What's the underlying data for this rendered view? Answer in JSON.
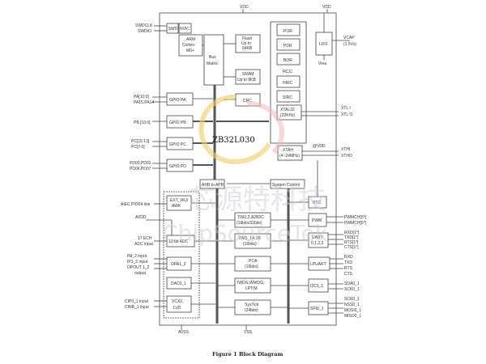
{
  "diagram": {
    "caption": "Figure 1 Block Diagram",
    "chip_label": "ZB32L030",
    "watermark_cn": "芯源特科技",
    "watermark_en": "ChipSourceTek",
    "top_pins": {
      "vdd_left": "VDD",
      "vdd_right": "VDD"
    },
    "bottom_pins": {
      "avss": "AVSS",
      "vss": "VSS"
    },
    "left_signals": {
      "swd": [
        "SWDCLK",
        "SWDIO"
      ],
      "pa": [
        "PA[10:0]",
        "PA15,PA14"
      ],
      "pb": "PB [15:0]",
      "pc": [
        "PC[15:13]",
        "PC[7:0]"
      ],
      "pd": [
        "PD00,PD01",
        "PD06,PD07"
      ],
      "aiec": "AIEC PIO04 line",
      "avdd": "AVDD",
      "adc_input": [
        "17 ECH",
        "ADC input"
      ],
      "opa_io": [
        "INI_2 input",
        "IP1_2 input",
        "OPOUT 1_2",
        "output"
      ],
      "comp_in": [
        "CIP0_1 input",
        "CINB_1 input"
      ]
    },
    "right_signals": {
      "vcap": [
        "VCAP",
        "(1.5Vx)"
      ],
      "xtl": [
        "XTL I",
        "XTL O"
      ],
      "xth": [
        "XTHI",
        "XTHO"
      ],
      "vdd_mid": "@VDD",
      "pwm": [
        "PWMCH[5*]",
        "PWMCH[5*]"
      ],
      "uart": [
        "RXD[1*]",
        "TXD[1*]",
        "RTS[1*]",
        "CTS[1*]"
      ],
      "lpuart": [
        "RXD",
        "TXD",
        "RTS",
        "CTS"
      ],
      "i2c": [
        "SDA0_1",
        "SCK0_1"
      ],
      "spi": [
        "SCK0_1",
        "NSS0_1",
        "MOSI0_1",
        "MISO0_1"
      ]
    },
    "blocks": {
      "swd": "SWD",
      "nvic": "NVIC",
      "arm": [
        "ARM",
        "Cortex-",
        "M0+"
      ],
      "bus_matrix": [
        "Bus",
        "Matrix"
      ],
      "flash": [
        "Flash",
        "Up to",
        "64KB"
      ],
      "sram": [
        "SRAM",
        "Up to 8KB"
      ],
      "crc": "CRC",
      "gpio_pa": "GPIO PA",
      "gpio_pb": "GPIO PB",
      "gpio_pc": "GPIO PC",
      "gpio_pd": "GPIO PD",
      "rcc": "RCC",
      "por": "POR",
      "pdr": "PDR",
      "bor": "BOR",
      "hirc": "HIRC",
      "sirc": "SIRC",
      "xtal32": [
        "XTAL32",
        "(32KHz)"
      ],
      "xtah": [
        "XTAH",
        "(4~24MHz)"
      ],
      "ldo": "LDO",
      "vreg_lbl": "Vreu",
      "ahb_apb": "AHB to APB",
      "system_control": "System Control",
      "ext_wu": [
        "EXT_WU/",
        "AWK"
      ],
      "adc": "12-bit ADC",
      "opa": "OPA1_2",
      "dac": "DAC0_1",
      "vcx": [
        "VCX2,",
        "LVD"
      ],
      "tim1": [
        "TIM1,2,A2B2C",
        "(16bits/32bits)"
      ],
      "tim2": [
        "TIM1_1A,1B",
        "(16bits)"
      ],
      "pca": [
        "PCA",
        "(16bits)"
      ],
      "iwdg": [
        "IWDG,WWDG,",
        "LPTIM"
      ],
      "systick": [
        "SysTick",
        "(24bits)"
      ],
      "rtc": "RTC",
      "pwm": "PWM",
      "uart": [
        "UART",
        "0,1,2,3"
      ],
      "lpuart": "LPUART",
      "i2c": "I2C0_1",
      "spi": "SPI0_1"
    }
  }
}
